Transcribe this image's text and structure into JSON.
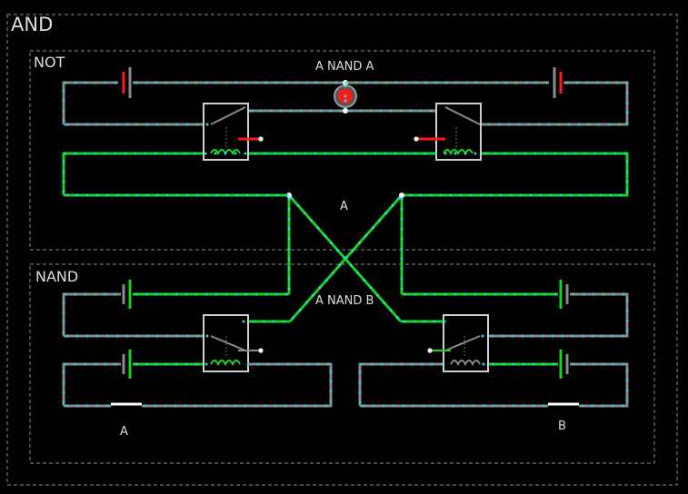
{
  "labels": {
    "outer": "AND",
    "not_group": "NOT",
    "nand_group": "NAND",
    "top_output": "A NAND A",
    "cross_a": "A",
    "cross_nand": "A NAND B",
    "switch_a": "A",
    "switch_b": "B"
  },
  "colors": {
    "background": "#000000",
    "frame": "#8a8a8a",
    "wire_off": "#8a8a8a",
    "wire_on": "#19d419",
    "dots": "#2fd0e0",
    "relay_box": "#cfcfcf",
    "lamp": "#ff1a1a",
    "text": "#dddddd"
  },
  "state": {
    "output_lamp_lit": true
  }
}
